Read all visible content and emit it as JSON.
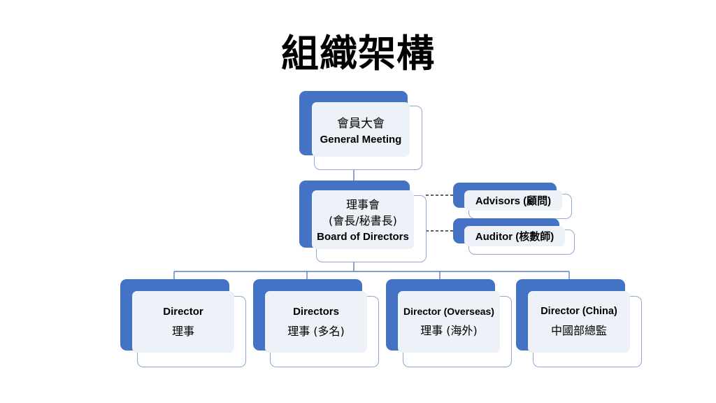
{
  "title": "組織架構",
  "colors": {
    "accent_blue": "#4472C4",
    "card_fill": "#EDF1F8",
    "card_outline": "#8FA9D4",
    "connector": "#5B7FBF",
    "dashed_connector": "#000000",
    "background": "#FFFFFF",
    "text": "#000000"
  },
  "nodes": {
    "general_meeting": {
      "zh": "會員大會",
      "en": "General Meeting"
    },
    "board": {
      "zh_line1": "理事會",
      "zh_line2": "(會長/秘書長)",
      "en": "Board of Directors"
    },
    "advisors": {
      "label": "Advisors (顧問)"
    },
    "auditor": {
      "label": "Auditor (核數師)"
    },
    "director": {
      "en": "Director",
      "zh": "理事"
    },
    "directors": {
      "en": "Directors",
      "zh": "理事 (多名)"
    },
    "overseas": {
      "en": "Director (Overseas)",
      "zh": "理事 (海外)"
    },
    "china": {
      "en": "Director (China)",
      "zh": "中國部總監"
    }
  },
  "connectors": [
    {
      "name": "general-meeting-to-board",
      "style": "solid"
    },
    {
      "name": "board-to-advisors",
      "style": "dashed"
    },
    {
      "name": "board-to-auditor",
      "style": "dashed"
    },
    {
      "name": "advisors-to-auditor",
      "style": "solid"
    },
    {
      "name": "board-to-bottom-row",
      "style": "solid"
    }
  ]
}
